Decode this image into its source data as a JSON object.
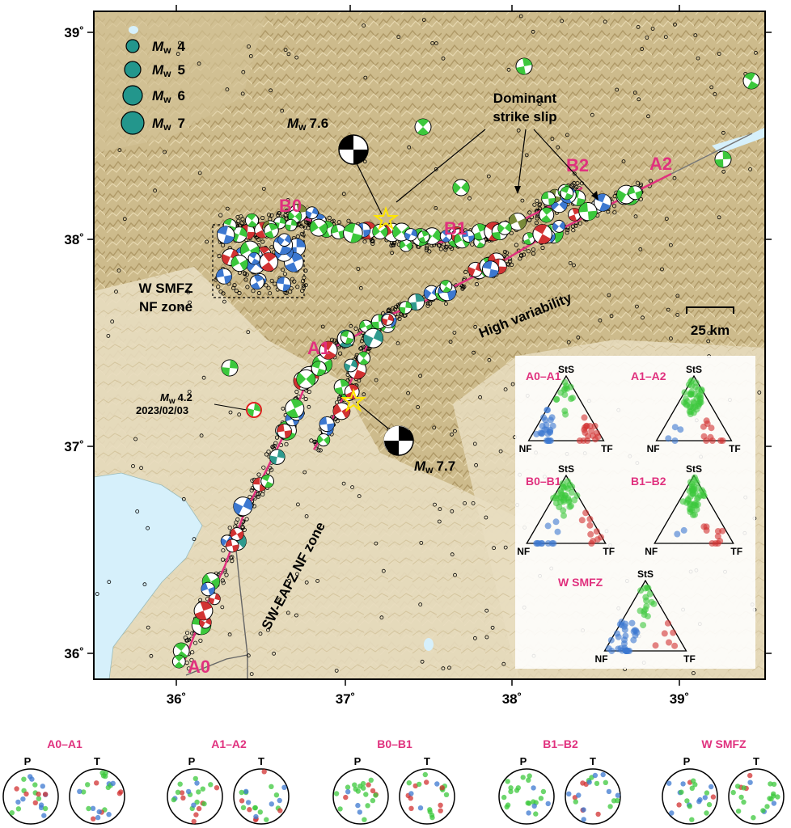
{
  "map": {
    "lon_ticks": [
      "36˚",
      "37˚",
      "38˚",
      "39˚"
    ],
    "lat_ticks": [
      "39˚",
      "38˚",
      "37˚",
      "36˚"
    ],
    "fault_labels": [
      "A0",
      "A1",
      "A2",
      "B0",
      "B1",
      "B2"
    ],
    "legend": [
      {
        "m": "M",
        "sub": "w",
        "val": "4"
      },
      {
        "m": "M",
        "sub": "w",
        "val": "5"
      },
      {
        "m": "M",
        "sub": "w",
        "val": "6"
      },
      {
        "m": "M",
        "sub": "w",
        "val": "7"
      }
    ],
    "mainshock_north": {
      "prefix": "M",
      "sub": "w",
      "mag": "7.6"
    },
    "mainshock_south": {
      "prefix": "M",
      "sub": "w",
      "mag": "7.7"
    },
    "aftershock_label": {
      "prefix": "M",
      "sub": "w",
      "mag": "4.2",
      "date": "2023/02/03"
    },
    "annotations": {
      "dominant_line1": "Dominant",
      "dominant_line2": "strike slip",
      "high_variability": "High variability",
      "smfz_line1": "W SMFZ",
      "smfz_line2": "NF zone",
      "sw_eafz": "SW-EAFZ  NF  zone",
      "scale": "25 km"
    },
    "colors": {
      "strike_slip": "#3cc83c",
      "normal": "#3c78d0",
      "thrust": "#d23232",
      "fault_line": "#e0317e",
      "label_pink": "#e0317e",
      "sea": "#d6f0fb"
    }
  },
  "ternary_panels": [
    {
      "title": "A0–A1",
      "apex": "StS",
      "left": "NF",
      "right": "TF"
    },
    {
      "title": "A1–A2",
      "apex": "StS",
      "left": "NF",
      "right": "TF"
    },
    {
      "title": "B0–B1",
      "apex": "StS",
      "left": "NF",
      "right": "TF"
    },
    {
      "title": "B1–B2",
      "apex": "StS",
      "left": "NF",
      "right": "TF"
    },
    {
      "title": "W SMFZ",
      "apex": "StS",
      "left": "NF",
      "right": "TF"
    }
  ],
  "stereonets": [
    {
      "title": "A0–A1",
      "p": "P",
      "t": "T"
    },
    {
      "title": "A1–A2",
      "p": "P",
      "t": "T"
    },
    {
      "title": "B0–B1",
      "p": "P",
      "t": "T"
    },
    {
      "title": "B1–B2",
      "p": "P",
      "t": "T"
    },
    {
      "title": "W SMFZ",
      "p": "P",
      "t": "T"
    }
  ]
}
